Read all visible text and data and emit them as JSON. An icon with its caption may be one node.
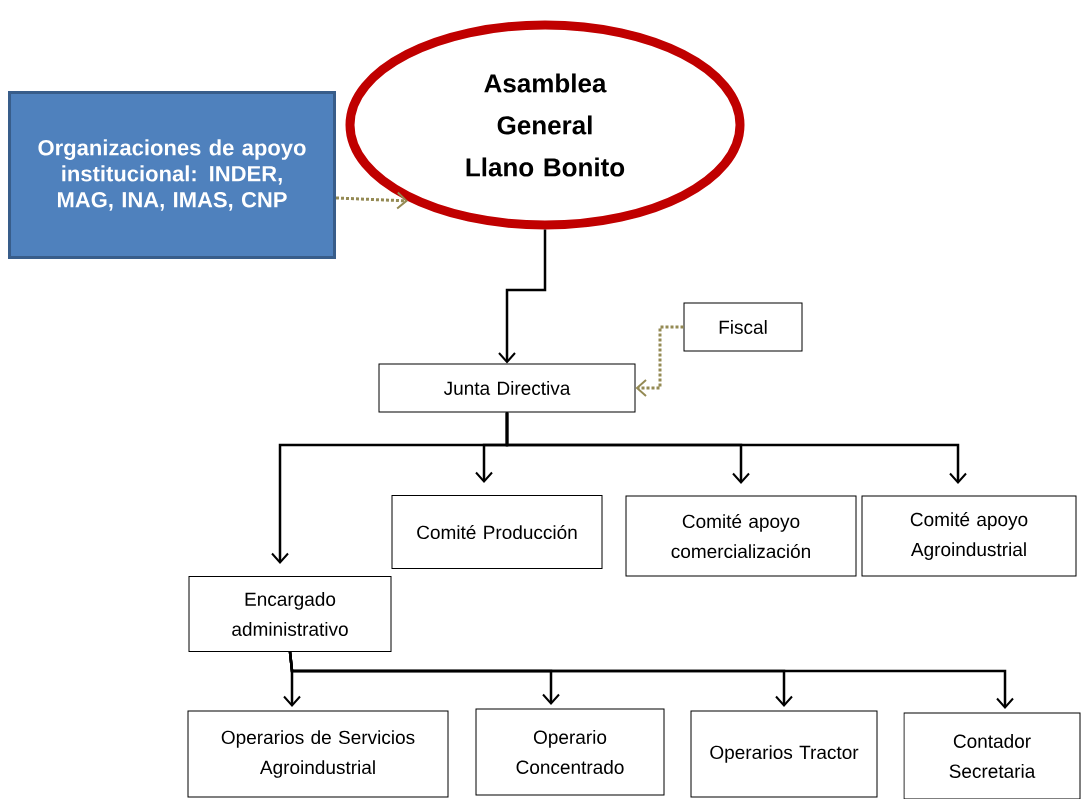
{
  "diagram": {
    "nodes": [
      {
        "text": [
          "Organizaciones de apoyo institucional: INDER, MAG, INA, IMAS, CNP"
        ]
      },
      {
        "text": [
          "Asamblea General Llano Bonito"
        ]
      },
      {
        "text": [
          "Fiscal"
        ]
      },
      {
        "text": [
          "Junta Directiva"
        ]
      },
      {
        "text": [
          "Encargado administrativo"
        ]
      },
      {
        "text": [
          "Comité Producción"
        ]
      },
      {
        "text": [
          "Comité apoyo comercialización"
        ]
      },
      {
        "text": [
          "Comité apoyo Agroindustrial"
        ]
      },
      {
        "text": [
          "Operarios de Servicios Agroindustrial"
        ]
      },
      {
        "text": [
          "Operario Concentrado"
        ]
      },
      {
        "text": [
          "Operarios Tractor"
        ]
      },
      {
        "text": [
          "Contador Secretaria"
        ]
      }
    ],
    "edges": [
      {
        "from": 0,
        "to": 1,
        "arrow": "to",
        "style": "dashed",
        "color": "#948a54"
      },
      {
        "from": 1,
        "to": 3,
        "arrow": "to"
      },
      {
        "from": 2,
        "to": 3,
        "arrow": "to",
        "style": "dashed",
        "color": "#948a54"
      },
      {
        "from": 3,
        "to": 4,
        "arrow": "to"
      },
      {
        "from": 3,
        "to": 5,
        "arrow": "to"
      },
      {
        "from": 3,
        "to": 6,
        "arrow": "to"
      },
      {
        "from": 3,
        "to": 7,
        "arrow": "to"
      },
      {
        "from": 4,
        "to": 8,
        "arrow": "to"
      },
      {
        "from": 4,
        "to": 9,
        "arrow": "to"
      },
      {
        "from": 4,
        "to": 10,
        "arrow": "to"
      },
      {
        "from": 4,
        "to": 11,
        "arrow": "to"
      }
    ]
  }
}
